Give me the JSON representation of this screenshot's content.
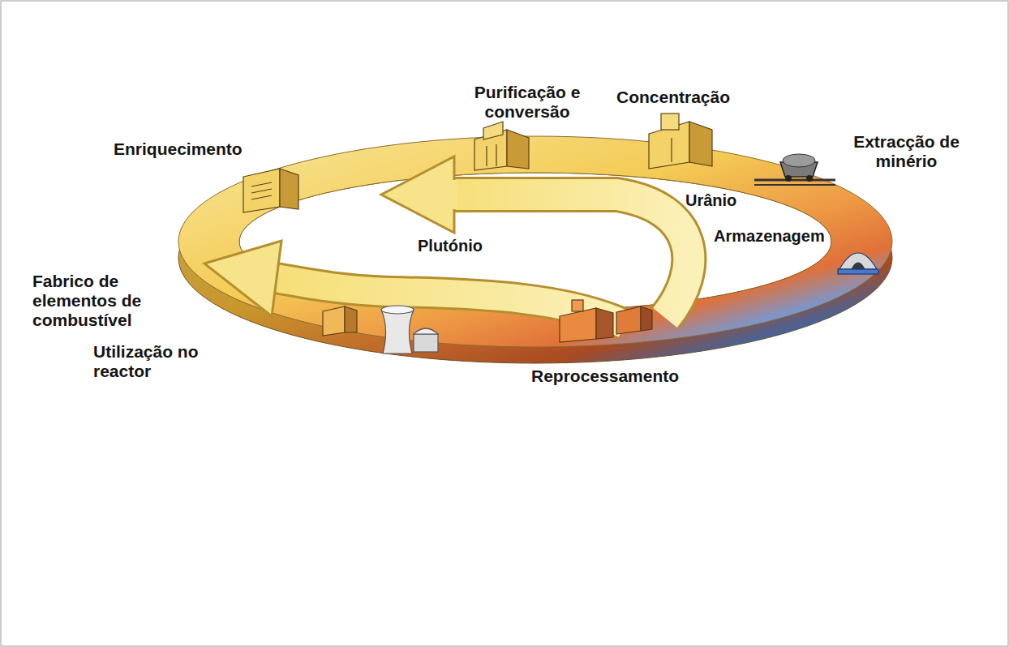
{
  "diagram": {
    "labels": [
      "Extracção de minério",
      "Concentração",
      "Purificação e conversão",
      "Enriquecimento",
      "Fabrico de elementos de combustível",
      "Utilização no reactor",
      "Reprocessamento",
      "Armazenagem",
      "Urânio",
      "Plutónio"
    ]
  }
}
